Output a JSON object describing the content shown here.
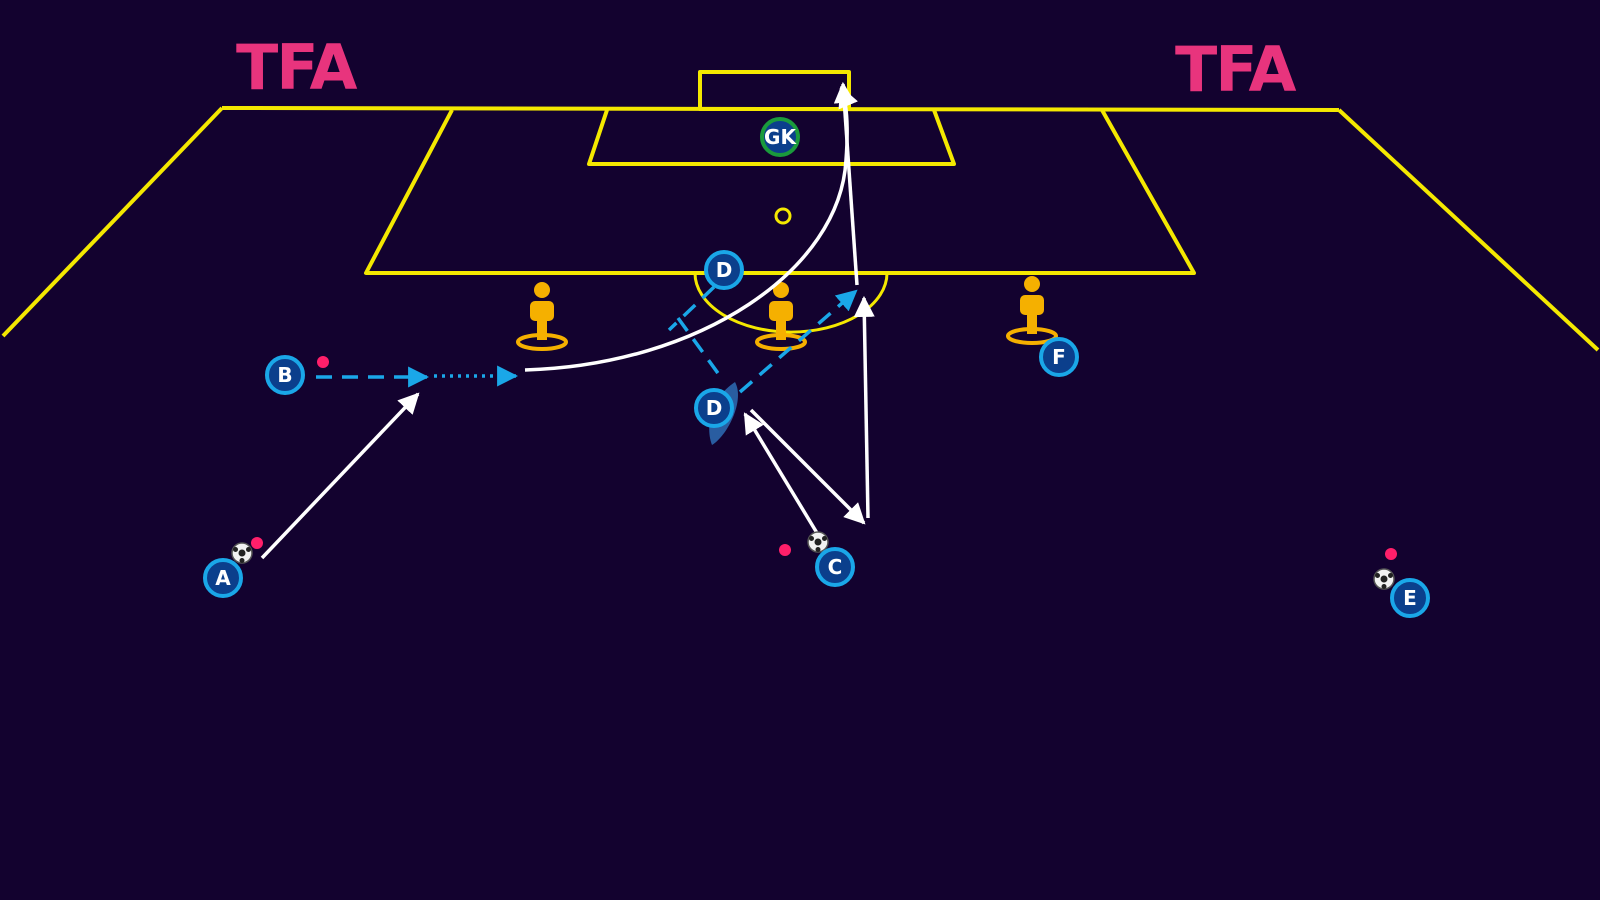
{
  "logos": {
    "left": "TFA",
    "right": "TFA"
  },
  "players": {
    "A": "A",
    "B": "B",
    "C": "C",
    "D_top": "D",
    "D_mid": "D",
    "E": "E",
    "F": "F",
    "GK": "GK"
  },
  "colors": {
    "background": "#13022f",
    "pitch_lines": "#f4e800",
    "logo": "#e8347d",
    "player_ring": "#1aa7e8",
    "player_fill": "#0b3f8c",
    "gk_ring": "#1a9a3c",
    "pass_line": "#ffffff",
    "run_line": "#1aa7e8",
    "mannequin": "#f5b000",
    "cone": "#ff1f6a"
  },
  "icons": [
    "football-icon",
    "mannequin-icon",
    "cone-icon",
    "arrow-icon"
  ]
}
